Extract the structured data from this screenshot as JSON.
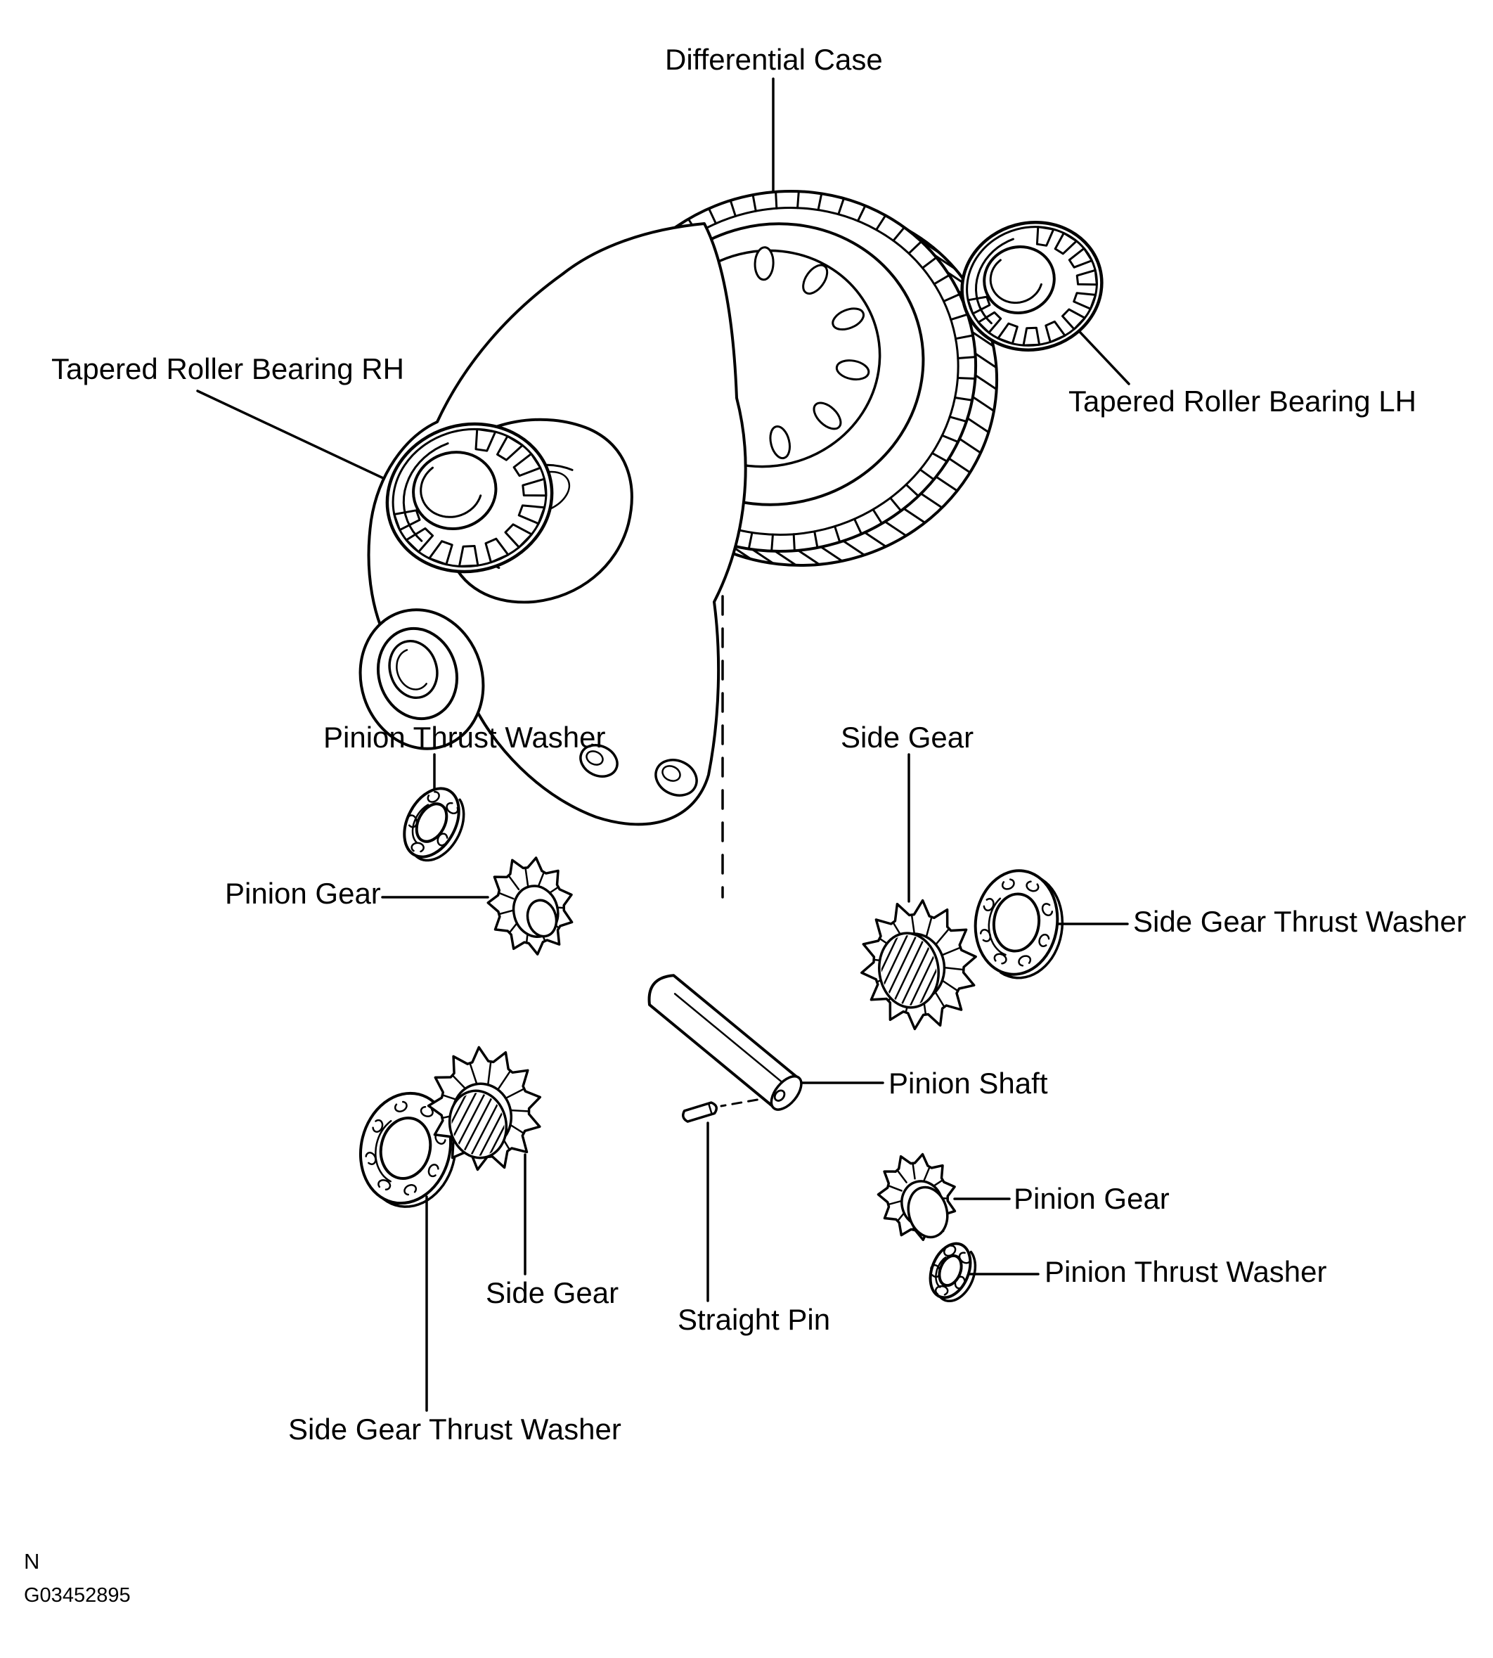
{
  "callouts": [
    {
      "id": "differential-case",
      "text": "Differential Case"
    },
    {
      "id": "tapered-roller-bearing-rh",
      "text": "Tapered Roller Bearing RH"
    },
    {
      "id": "tapered-roller-bearing-lh",
      "text": "Tapered Roller Bearing LH"
    },
    {
      "id": "pinion-thrust-washer-upper",
      "text": "Pinion Thrust Washer"
    },
    {
      "id": "pinion-gear-upper",
      "text": "Pinion Gear"
    },
    {
      "id": "side-gear-right",
      "text": "Side Gear"
    },
    {
      "id": "side-gear-thrust-washer-right",
      "text": "Side Gear Thrust Washer"
    },
    {
      "id": "pinion-shaft",
      "text": "Pinion Shaft"
    },
    {
      "id": "pinion-gear-lower",
      "text": "Pinion Gear"
    },
    {
      "id": "pinion-thrust-washer-lower",
      "text": "Pinion Thrust Washer"
    },
    {
      "id": "straight-pin",
      "text": "Straight Pin"
    },
    {
      "id": "side-gear-left",
      "text": "Side Gear"
    },
    {
      "id": "side-gear-thrust-washer-left",
      "text": "Side Gear Thrust Washer"
    }
  ],
  "footer": {
    "note": "N",
    "figure_code": "G03452895"
  },
  "colors": {
    "ink": "#000000",
    "background": "#ffffff"
  }
}
